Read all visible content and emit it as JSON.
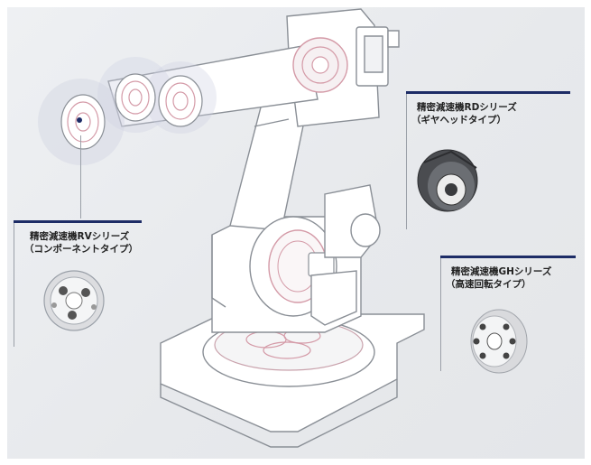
{
  "callouts": {
    "rv": {
      "title": "精密減速機RVシリーズ",
      "subtitle": "（コンポーネントタイプ）",
      "icon": "rv-gear-reducer"
    },
    "rd": {
      "title": "精密減速機RDシリーズ",
      "subtitle": "（ギヤヘッドタイプ）",
      "icon": "rd-gearhead-reducer"
    },
    "gh": {
      "title": "精密減速機GHシリーズ",
      "subtitle": "（高速回転タイプ）",
      "icon": "gh-high-speed-reducer"
    }
  },
  "colors": {
    "accent_bar": "#1d2c66",
    "highlight": "#d9a0ad",
    "outline": "#8a8f96"
  }
}
